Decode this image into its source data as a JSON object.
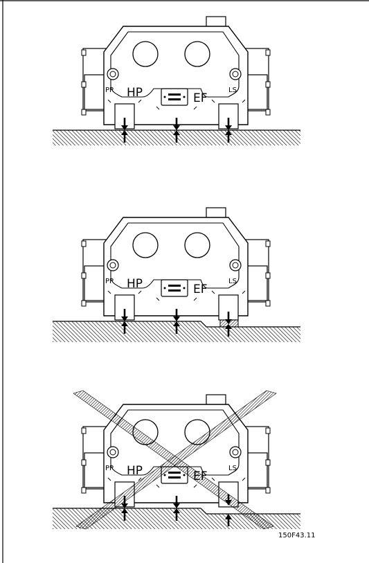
{
  "panels": [
    {
      "id": "flat-surface",
      "ports": {
        "pp": "PP",
        "hp": "HP",
        "ef": "EF",
        "ls": "LS"
      }
    },
    {
      "id": "stepped-surface",
      "ports": {
        "pp": "PP",
        "hp": "HP",
        "ef": "EF",
        "ls": "LS"
      }
    },
    {
      "id": "incorrect-mounting",
      "ports": {
        "pp": "PP",
        "hp": "HP",
        "ef": "EF",
        "ls": "LS"
      }
    }
  ],
  "figure_code": "150F43.11",
  "colors": {
    "line": "#000000",
    "background": "#ffffff"
  }
}
